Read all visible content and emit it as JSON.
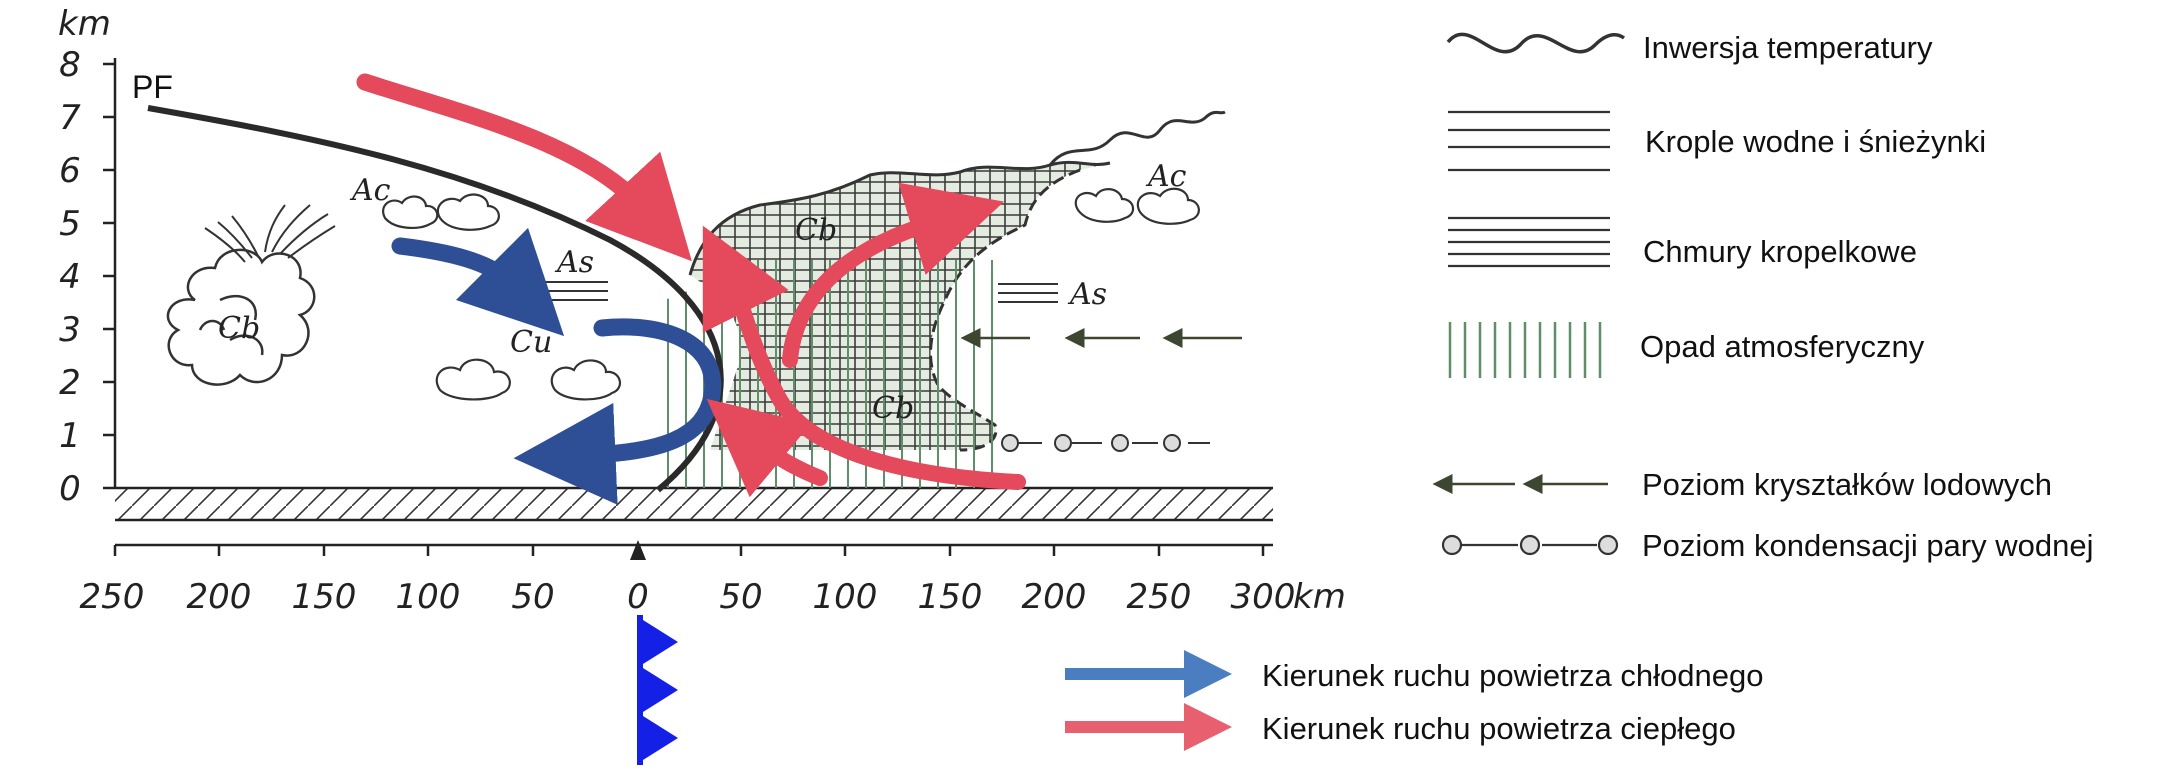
{
  "axis": {
    "y_unit": "km",
    "y_ticks": [
      "0",
      "1",
      "2",
      "3",
      "4",
      "5",
      "6",
      "7",
      "8"
    ],
    "x_unit": "km",
    "x_ticks": [
      "250",
      "200",
      "150",
      "100",
      "50",
      "0",
      "50",
      "100",
      "150",
      "200",
      "250",
      "300"
    ]
  },
  "labels": {
    "front": "PF",
    "ac_left": "Ac",
    "ac_right": "Ac",
    "as_left": "As",
    "as_right": "As",
    "cu": "Cu",
    "cb_left": "Cb",
    "cb_top": "Cb",
    "cb_bottom": "Cb"
  },
  "legend": {
    "inversion": "Inwersja temperatury",
    "drops_snow": "Krople wodne i śnieżynki",
    "droplet_clouds": "Chmury kropelkowe",
    "precipitation": "Opad atmosferyczny",
    "ice_level": "Poziom kryształków lodowych",
    "condensation_level": "Poziom kondensacji pary wodnej",
    "cold_air": "Kierunek ruchu powietrza chłodnego",
    "warm_air": "Kierunek ruchu powietrza ciepłego"
  },
  "colors": {
    "cold_air": "#2e4f96",
    "warm_air": "#e44a5c",
    "front_symbol": "#1420e6",
    "precipitation": "#5f8f68",
    "front_line": "#2a2a2a"
  }
}
